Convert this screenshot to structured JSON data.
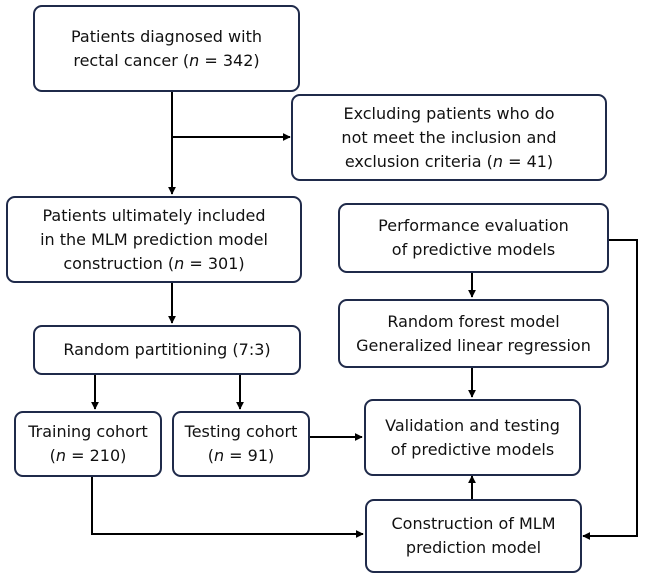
{
  "boxes": {
    "diagnosed": {
      "line1": "Patients diagnosed with",
      "line2_pre": "rectal cancer (",
      "line2_var": "n",
      "line2_post": " = 342)"
    },
    "excluded": {
      "line1": "Excluding patients who do",
      "line2": "not meet the inclusion and",
      "line3_pre": "exclusion criteria (",
      "line3_var": "n",
      "line3_post": " = 41)"
    },
    "included": {
      "line1": "Patients ultimately included",
      "line2": "in the MLM prediction model",
      "line3_pre": "construction (",
      "line3_var": "n",
      "line3_post": " = 301)"
    },
    "partition": {
      "line1": "Random partitioning (7:3)"
    },
    "training": {
      "line1": "Training cohort",
      "line2_pre": "(",
      "line2_var": "n",
      "line2_post": " = 210)"
    },
    "testing": {
      "line1": "Testing cohort",
      "line2_pre": "(",
      "line2_var": "n",
      "line2_post": " = 91)"
    },
    "performance": {
      "line1": "Performance evaluation",
      "line2": "of predictive models"
    },
    "models": {
      "line1": "Random forest model",
      "line2": "Generalized linear regression"
    },
    "validation": {
      "line1": "Validation and testing",
      "line2": "of predictive models"
    },
    "construction": {
      "line1": "Construction of MLM",
      "line2": "prediction model"
    }
  },
  "colors": {
    "box_border": "#1f2a4a",
    "arrow": "#000000",
    "background": "#ffffff"
  }
}
